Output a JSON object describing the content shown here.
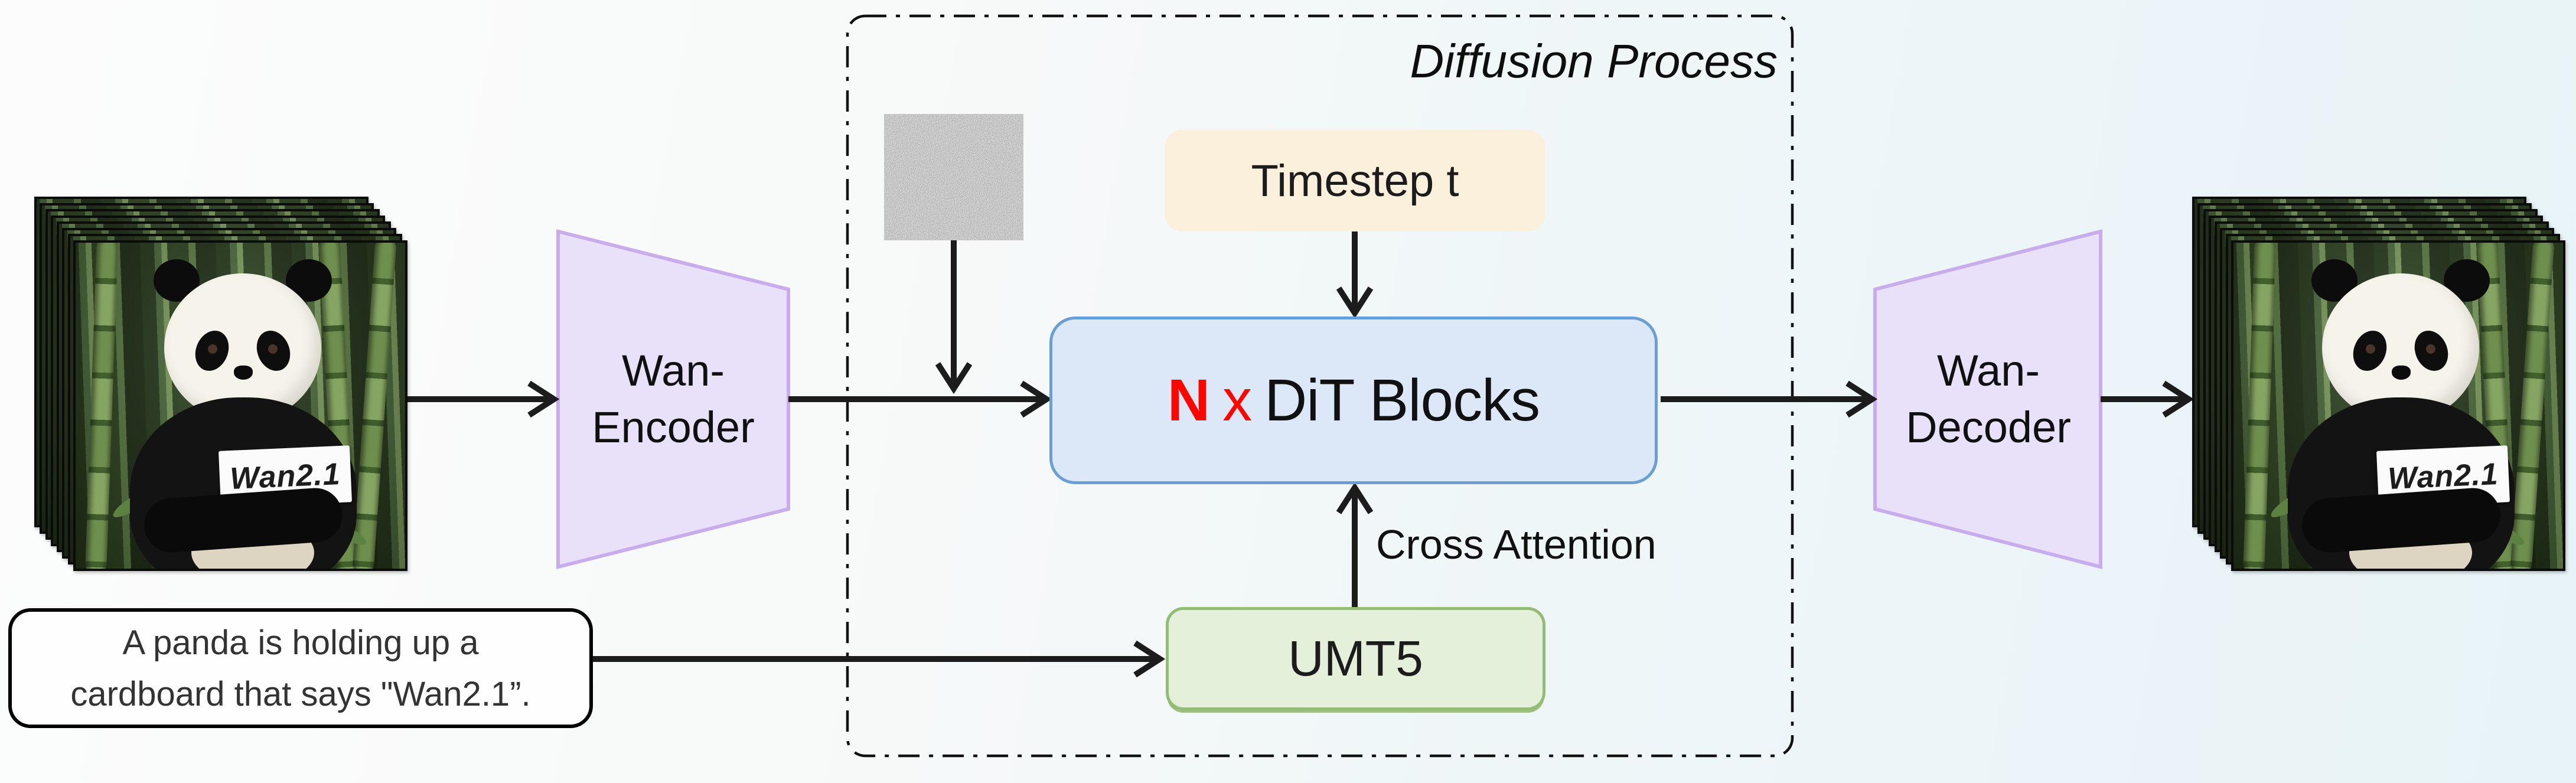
{
  "title": "Diffusion Process",
  "input_video": {
    "sign_text": "Wan2.1"
  },
  "output_video": {
    "sign_text": "Wan2.1"
  },
  "prompt": {
    "line1": "A panda is holding up a",
    "line2": "cardboard that says \"Wan2.1”."
  },
  "encoder": {
    "line1": "Wan-",
    "line2": "Encoder"
  },
  "decoder": {
    "line1": "Wan-",
    "line2": "Decoder"
  },
  "timestep": {
    "label": "Timestep t"
  },
  "dit": {
    "multiplier": "N",
    "times": "x",
    "label": "DiT Blocks"
  },
  "umt5": {
    "label": "UMT5"
  },
  "cross_attention": {
    "label": "Cross Attention"
  },
  "noise_image": {
    "description": "gaussian-noise-patch"
  },
  "colors": {
    "accent_red": "#fe0600",
    "dit_fill": "#dce8f7",
    "dit_border": "#699fd5",
    "timestep_fill": "#faf0dc",
    "umt5_fill": "#e5f0da",
    "umt5_border": "#93bd77",
    "vae_fill": "#e9e1fa",
    "vae_border": "#c9aceb",
    "ink": "#1c1c1c",
    "background_right": "#e8f3f7"
  }
}
